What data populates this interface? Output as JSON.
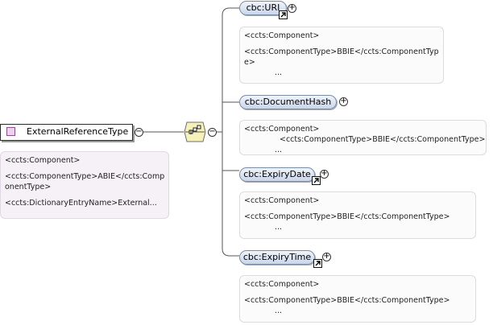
{
  "root": {
    "name": "ExternalReferenceType",
    "annotation": {
      "line1": "<ccts:Component>",
      "line2a": "<ccts:ComponentType>ABIE</ccts:Comp",
      "line2b": "onentType>",
      "line3": "<ccts:DictionaryEntryName>External..."
    }
  },
  "elements": [
    {
      "name": "cbc:URI",
      "annotation": {
        "line1": "<ccts:Component>",
        "line2a": "<ccts:ComponentType>BBIE</ccts:ComponentTyp",
        "line2b": "e>",
        "more": "..."
      }
    },
    {
      "name": "cbc:DocumentHash",
      "annotation": {
        "line1": "<ccts:Component>",
        "line2a": "<ccts:ComponentType>BBIE</ccts:ComponentType>",
        "more": "..."
      }
    },
    {
      "name": "cbc:ExpiryDate",
      "annotation": {
        "line1": "<ccts:Component>",
        "line2a": "<ccts:ComponentType>BBIE</ccts:ComponentType>",
        "more": "..."
      }
    },
    {
      "name": "cbc:ExpiryTime",
      "annotation": {
        "line1": "<ccts:Component>",
        "line2a": "<ccts:ComponentType>BBIE</ccts:ComponentType>",
        "more": "..."
      }
    }
  ],
  "toggles": {
    "collapse": "−",
    "expand": "+"
  },
  "icons": {
    "sequence": "sequence-compositor-icon",
    "reference": "reference-arrow-icon"
  }
}
